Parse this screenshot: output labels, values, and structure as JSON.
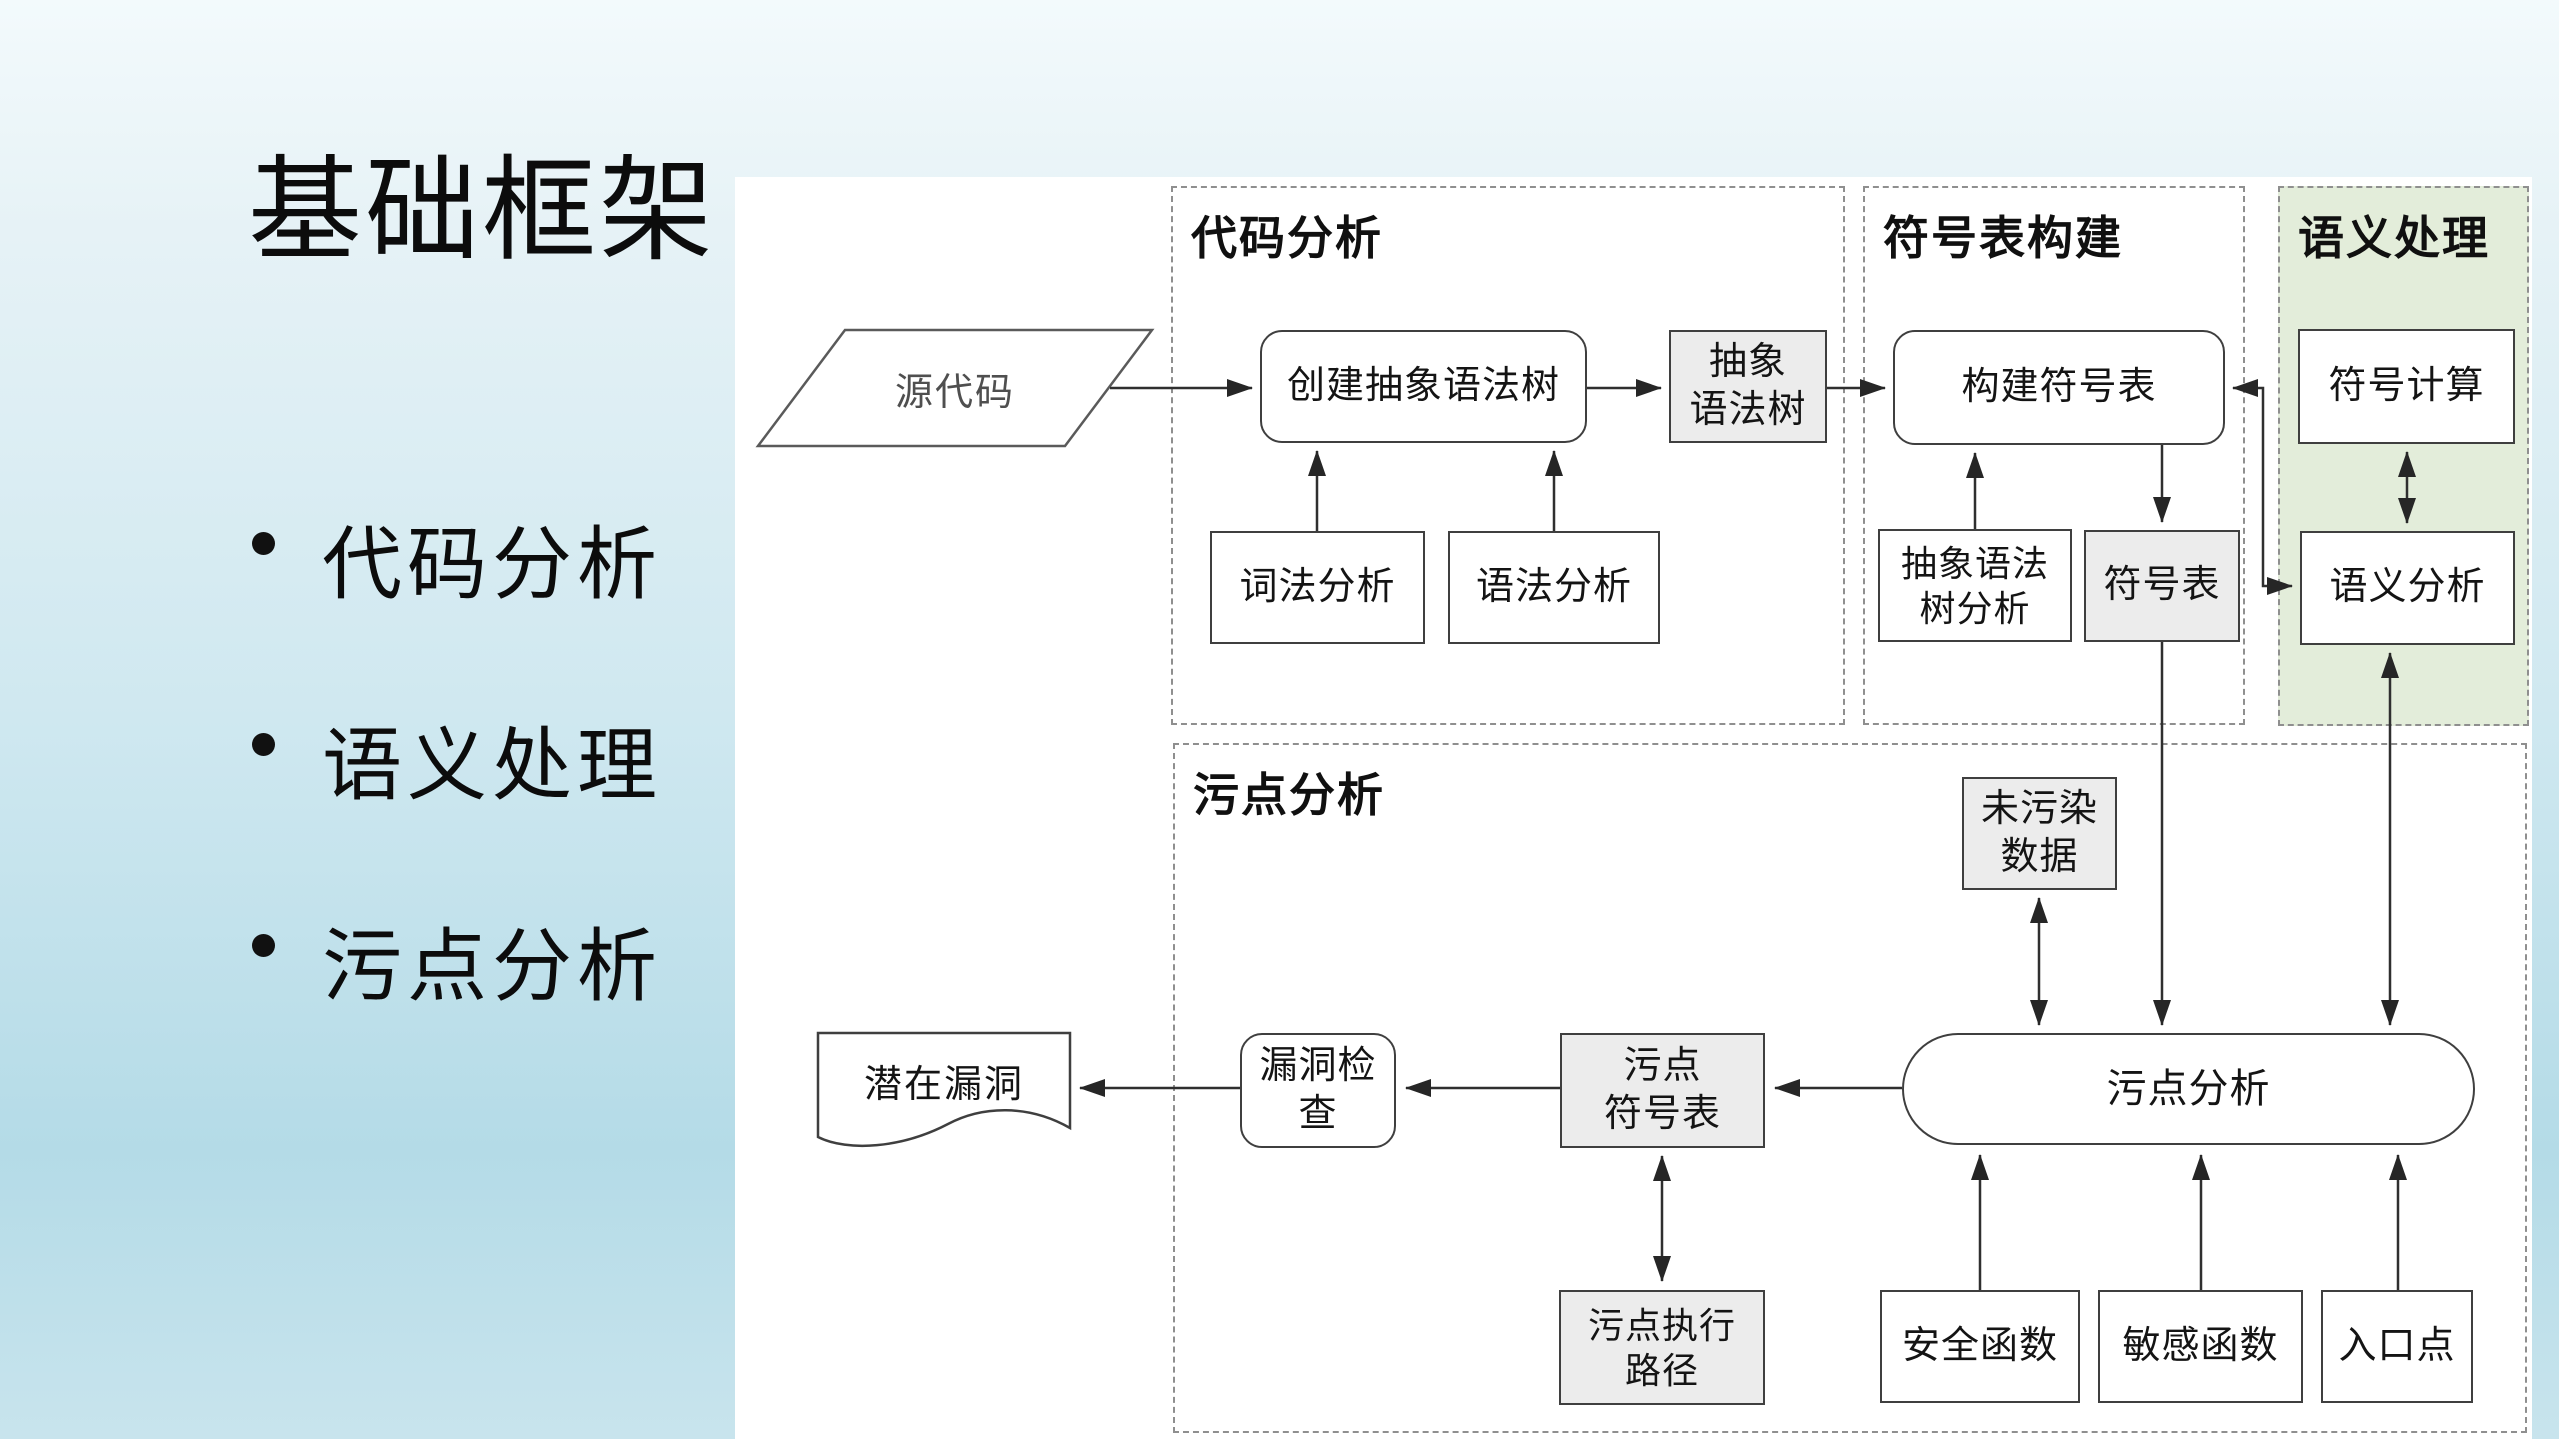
{
  "slide": {
    "title": "基础框架",
    "bullets": [
      "代码分析",
      "语义处理",
      "污点分析"
    ]
  },
  "diagram": {
    "groups": {
      "code_analysis": "代码分析",
      "symtab_build": "符号表构建",
      "semantic": "语义处理",
      "taint": "污点分析"
    },
    "nodes": {
      "source_code": "源代码",
      "create_ast": "创建抽象语法树",
      "ast": "抽象\n语法树",
      "lexical": "词法分析",
      "syntax": "语法分析",
      "build_symtab": "构建符号表",
      "ast_analysis": "抽象语法\n树分析",
      "symtab": "符号表",
      "sym_calc": "符号计算",
      "sem_analysis": "语义分析",
      "untainted_data": "未污染\n数据",
      "taint_analysis": "污点分析",
      "taint_symtab": "污点\n符号表",
      "vuln_check": "漏洞检查",
      "potential_vuln": "潜在漏洞",
      "taint_path": "污点执行\n路径",
      "safe_fn": "安全函数",
      "sensitive_fn": "敏感函数",
      "entry_point": "入口点"
    },
    "colors": {
      "green_group_fill": "#e3edda",
      "gray_node_fill": "#ececec",
      "node_border": "#3f3f3f",
      "dashed_border": "#8f8f8f",
      "slide_bg_top": "#f3fafc",
      "slide_bg_bottom": "#b4dbe7"
    }
  }
}
